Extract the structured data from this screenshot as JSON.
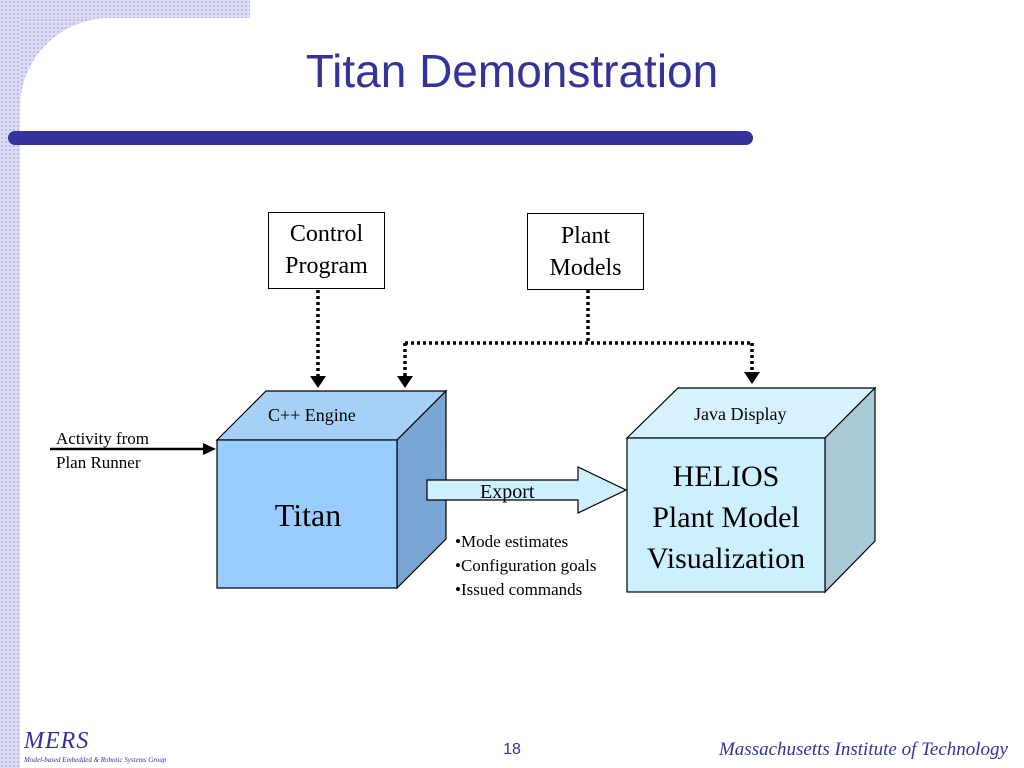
{
  "slide": {
    "title": "Titan Demonstration",
    "page_number": "18",
    "footer_institution": "Massachusetts Institute of Technology",
    "logo_text": "MERS",
    "logo_subtitle": "Model-based Embedded & Robotic Systems Group"
  },
  "diagram": {
    "control_program": {
      "line1": "Control",
      "line2": "Program"
    },
    "plant_models": {
      "line1": "Plant",
      "line2": "Models"
    },
    "activity_input": {
      "line1": "Activity from",
      "line2": "Plan Runner"
    },
    "titan_cube": {
      "top_label": "C++ Engine",
      "front_label": "Titan"
    },
    "helios_cube": {
      "top_label": "Java Display",
      "front_line1": "HELIOS",
      "front_line2": "Plant Model",
      "front_line3": "Visualization"
    },
    "export_arrow": {
      "label": "Export"
    },
    "export_items": [
      "•Mode estimates",
      "•Configuration goals",
      "•Issued commands"
    ]
  },
  "colors": {
    "title": "#333399",
    "titan_front": "#99ccff",
    "titan_top": "#a7d0f7",
    "titan_side": "#7aa6d6",
    "helios_front": "#ccf0ff",
    "helios_top": "#d6f2ff",
    "helios_side": "#a9c9d6"
  }
}
